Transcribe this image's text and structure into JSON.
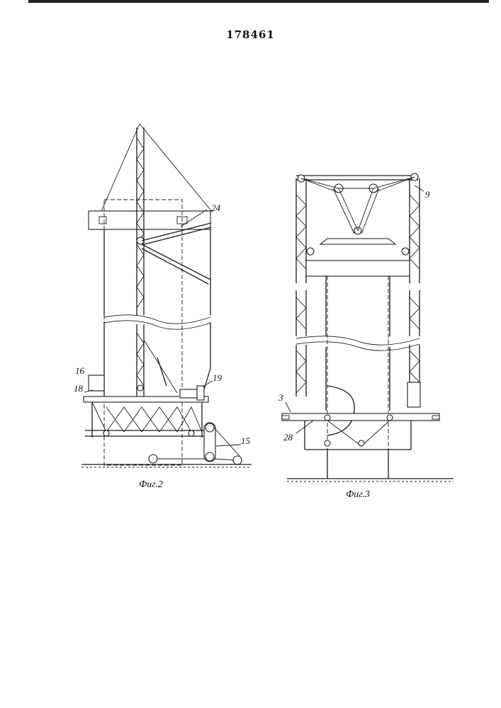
{
  "patent_number": "178461",
  "figures": [
    {
      "caption": "Фиг.2",
      "labels": {
        "l24": "24",
        "l16": "16",
        "l18": "18",
        "l19": "19",
        "l15": "15"
      }
    },
    {
      "caption": "Фиг.3",
      "labels": {
        "l9": "9",
        "l3": "3",
        "l28": "28"
      }
    }
  ]
}
